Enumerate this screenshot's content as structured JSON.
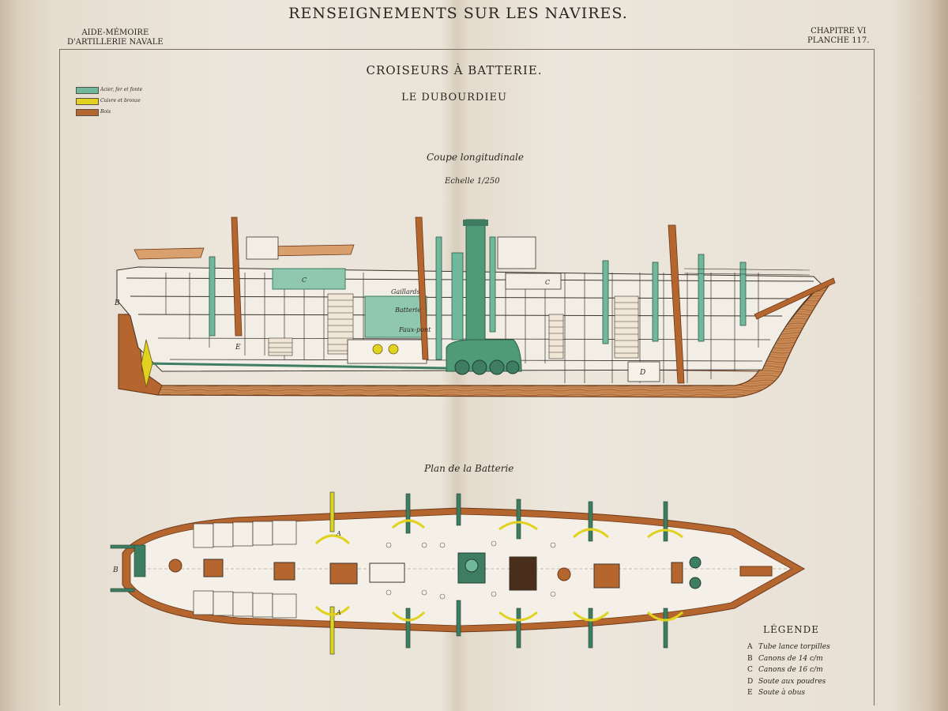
{
  "header": {
    "main_title": "RENSEIGNEMENTS SUR LES NAVIRES.",
    "left_line1": "AIDE-MÉMOIRE",
    "left_line2": "D'ARTILLERIE NAVALE",
    "right_line1": "CHAPITRE VI",
    "right_line2": "PLANCHE 117."
  },
  "plate": {
    "subtitle": "CROISEURS À BATTERIE.",
    "ship_name": "LE DUBOURDIEU",
    "section_longitudinal": "Coupe longitudinale",
    "scale": "Echelle 1/250",
    "section_battery": "Plan de la Batterie"
  },
  "materials": [
    {
      "label": "Acier, fer et fonte",
      "color": "#6fb89c"
    },
    {
      "label": "Cuivre et bronze",
      "color": "#e0d21e"
    },
    {
      "label": "Bois",
      "color": "#b5652e"
    }
  ],
  "deck_labels": {
    "gaillards": "Gaillards",
    "batterie": "Batterie",
    "faux_pont": "Faux-pont"
  },
  "part_letters": [
    "A",
    "B",
    "C",
    "D",
    "E"
  ],
  "legend": {
    "title": "LÉGENDE",
    "items": [
      {
        "key": "A",
        "text": "Tube lance torpilles"
      },
      {
        "key": "B",
        "text": "Canons de 14 c/m"
      },
      {
        "key": "C",
        "text": "Canons de 16 c/m"
      },
      {
        "key": "D",
        "text": "Soute aux poudres"
      },
      {
        "key": "E",
        "text": "Soute à obus"
      }
    ]
  },
  "colors": {
    "paper": "#ece6dc",
    "wood": "#b5652e",
    "wood_light": "#d9a06e",
    "steel": "#6fb89c",
    "steel_dark": "#3f7d63",
    "brass": "#e0d21e",
    "ink": "#2b2620"
  }
}
